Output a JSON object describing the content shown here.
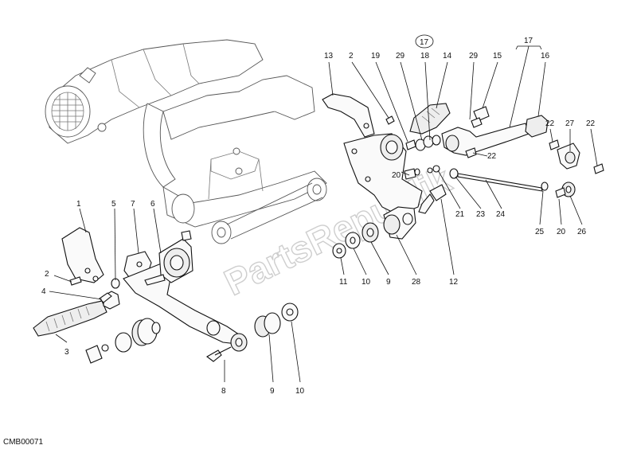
{
  "diagram": {
    "code": "CMB00071",
    "watermark": "PartsRepublik",
    "callouts": {
      "c1": "1",
      "c2a": "2",
      "c3": "3",
      "c4": "4",
      "c5": "5",
      "c6": "6",
      "c7": "7",
      "c8": "8",
      "c9a": "9",
      "c10a": "10",
      "c13": "13",
      "c2b": "2",
      "c19": "19",
      "c29a": "29",
      "c18": "18",
      "c14": "14",
      "c29b": "29",
      "c15": "15",
      "c17a": "17",
      "c17b": "17",
      "c16": "16",
      "c27": "27",
      "c22a": "22",
      "c22b": "22",
      "c22c": "22",
      "c20a": "20",
      "c21": "21",
      "c23": "23",
      "c24": "24",
      "c25": "25",
      "c20b": "20",
      "c26": "26",
      "c11": "11",
      "c10b": "10",
      "c9b": "9",
      "c28": "28",
      "c12": "12"
    }
  }
}
